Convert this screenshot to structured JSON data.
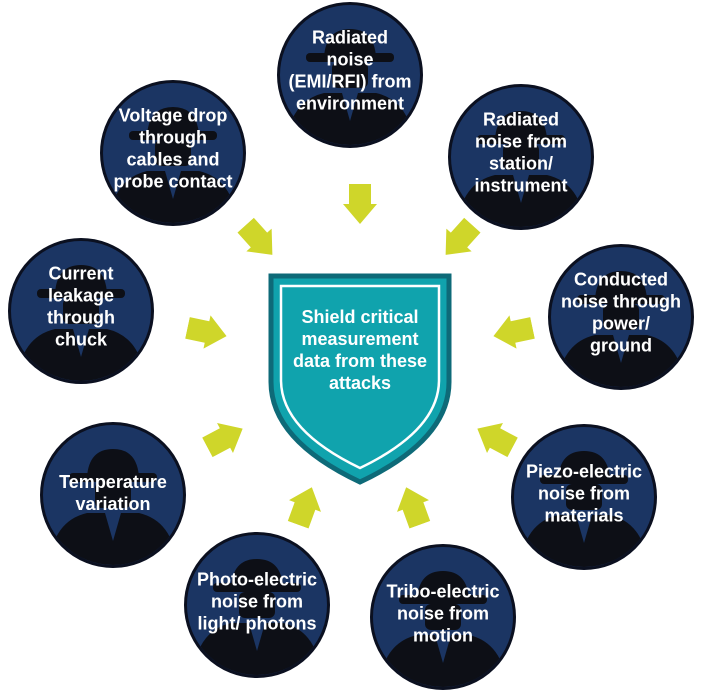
{
  "center": {
    "label": "Shield critical measurement data from these attacks"
  },
  "attacks": [
    {
      "id": "radiated-environment",
      "label": "Radiated noise (EMI/RFI) from environment"
    },
    {
      "id": "radiated-station",
      "label": "Radiated noise from station/ instrument"
    },
    {
      "id": "conducted",
      "label": "Conducted noise through power/ ground"
    },
    {
      "id": "piezo",
      "label": "Piezo-electric noise from materials"
    },
    {
      "id": "tribo",
      "label": "Tribo-electric noise from motion"
    },
    {
      "id": "photo",
      "label": "Photo-electric noise from light/ photons"
    },
    {
      "id": "temperature",
      "label": "Temperature variation"
    },
    {
      "id": "current-leakage",
      "label": "Current leakage through chuck"
    },
    {
      "id": "voltage-drop",
      "label": "Voltage drop through cables and probe contact"
    }
  ],
  "colors": {
    "node_fill": "#1b3563",
    "figure": "#0d0f16",
    "shield_fill": "#10a3ad",
    "shield_outline": "#0e6a78",
    "arrow": "#cfd62a",
    "text": "#ffffff"
  },
  "icons": {
    "figure": "hat-figure-icon",
    "arrow": "arrow-icon",
    "shield": "shield-icon"
  }
}
